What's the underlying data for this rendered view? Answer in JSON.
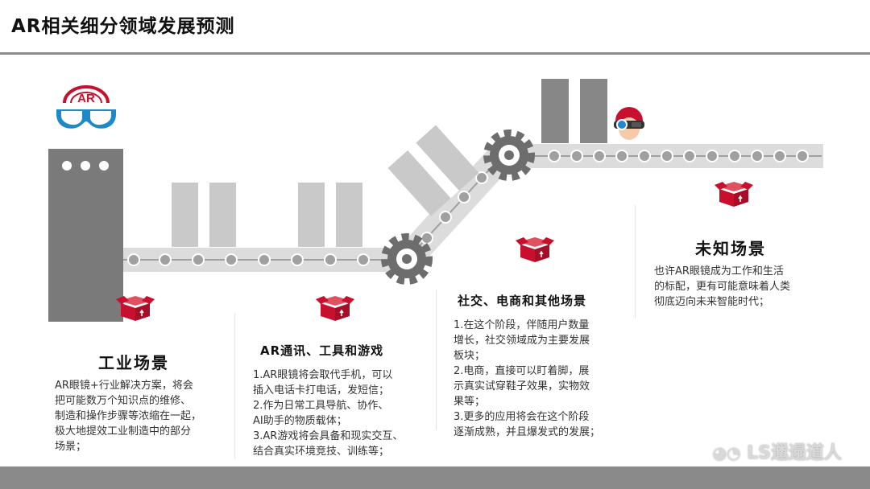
{
  "page": {
    "title": "AR相关细分领域发展预测"
  },
  "logo": {
    "text": "AR"
  },
  "sections": [
    {
      "heading": "工业场景",
      "body": "AR眼镜+行业解决方案，将会\n把可能数万个知识点的维修、\n制造和操作步骤等浓缩在一起，\n极大地提效工业制造中的部分\n场景；"
    },
    {
      "heading": "AR通讯、工具和游戏",
      "body": "1.AR眼镜将会取代手机，可以\n插入电话卡打电话，发短信；\n2.作为日常工具导航、协作、\nAI助手的物质载体；\n3.AR游戏将会具备和现实交互、\n结合真实环境竞技、训练等；"
    },
    {
      "heading": "社交、电商和其他场景",
      "body": "1.在这个阶段，伴随用户数量\n增长，社交领域成为主要发展\n板块；\n2.电商，直接可以盯着脚，展\n示真实试穿鞋子效果，实物效\n果等；\n3.更多的应用将会在这个阶段\n逐渐成熟，并且爆发式的发展；"
    },
    {
      "heading": "未知场景",
      "body": "也许AR眼镜成为工作和生活\n的标配，更有可能意味着人类\n彻底迈向未来智能时代；"
    }
  ],
  "watermark": "LS邋遢道人",
  "colors": {
    "accent": "#c8102e",
    "belt": "#d9d9d9",
    "box": "#c9c9c9",
    "gear": "#6d6d6d",
    "machine": "#7a7a7a"
  }
}
